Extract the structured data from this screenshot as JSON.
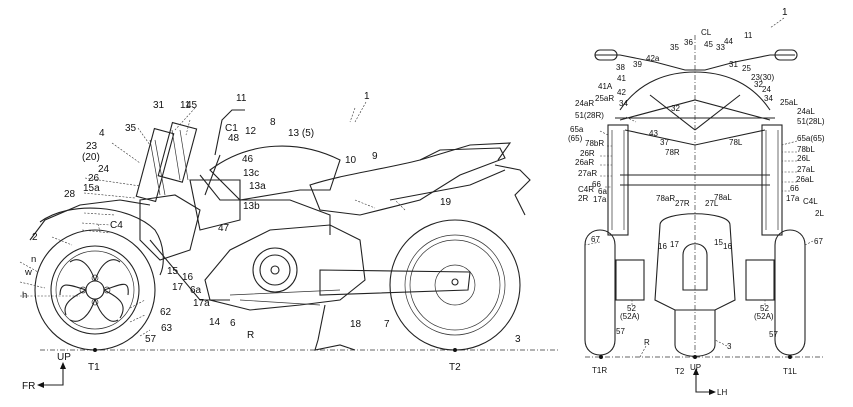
{
  "figure": {
    "side_view": {
      "ref_numeral": "1",
      "labels": {
        "l31": "31",
        "l45": "45",
        "l11": "11",
        "l35": "35",
        "l4": "4",
        "l23": "23",
        "l20": "(20)",
        "l24": "24",
        "l26": "26",
        "l15a": "15a",
        "l28": "28",
        "lC4": "C4",
        "l2": "2",
        "ln": "n",
        "lw": "w",
        "lh": "h",
        "lC1": "C1",
        "l48": "48",
        "l12": "12",
        "l8": "8",
        "l13_5": "13 (5)",
        "l46": "46",
        "l13c": "13c",
        "l13a": "13a",
        "l13b": "13b",
        "l47": "47",
        "l10": "10",
        "l9": "9",
        "l19": "19",
        "l15": "15",
        "l16": "16",
        "l17": "17",
        "l6a": "6a",
        "l17a": "17a",
        "l14": "14",
        "l6": "6",
        "l62": "62",
        "l63": "63",
        "l57": "57",
        "l18": "18",
        "l7": "7",
        "l3": "3",
        "lR": "R",
        "lT1": "T1",
        "lT2": "T2"
      },
      "axis": {
        "up": "UP",
        "fr": "FR"
      }
    },
    "front_view": {
      "ref_numeral": "1",
      "labels": {
        "lCL": "CL",
        "l11": "11",
        "l36": "36",
        "l35": "35",
        "l45": "45",
        "l33": "33",
        "l44": "44",
        "l38": "38",
        "l39": "39",
        "l42a": "42a",
        "l31": "31",
        "l25": "25",
        "l23_30": "23(30)",
        "l41": "41",
        "l41A": "41A",
        "l42": "42",
        "l32a": "32",
        "l24": "24",
        "l34a": "34",
        "l24aR": "24aR",
        "l25aR": "25aR",
        "l34b": "34",
        "l25aL": "25aL",
        "l24aL": "24aL",
        "l51R": "51(28R)",
        "l51L": "51(28L)",
        "l32b": "32",
        "l65aR": "65a",
        "l65R": "(65)",
        "l43": "43",
        "l37": "37",
        "l78L": "78L",
        "l65aL": "65a(65)",
        "l78bR": "78bR",
        "l78R": "78R",
        "l78bL": "78bL",
        "l26R": "26R",
        "l26L": "26L",
        "l26aR": "26aR",
        "l27aL": "27aL",
        "l27aR": "27aR",
        "l26aL": "26aL",
        "l66R": "66",
        "l66L": "66",
        "l6a": "6a",
        "lC4R": "C4R",
        "l2R": "2R",
        "l17aR": "17a",
        "l78aR": "78aR",
        "l27R": "27R",
        "l27L": "27L",
        "l78aL": "78aL",
        "l17aL": "17a",
        "lC4L": "C4L",
        "l2L": "2L",
        "l16a": "16",
        "l17": "17",
        "l15": "15",
        "l16b": "16",
        "l67R": "67",
        "l67L": "67",
        "l52R": "52",
        "l52AR": "(52A)",
        "l52L": "52",
        "l52AL": "(52A)",
        "l57R": "57",
        "l57L": "57",
        "lR": "R",
        "l3": "3",
        "lT1R": "T1R",
        "lT2": "T2",
        "lT1L": "T1L"
      },
      "axis": {
        "up": "UP",
        "lh": "LH"
      }
    }
  }
}
